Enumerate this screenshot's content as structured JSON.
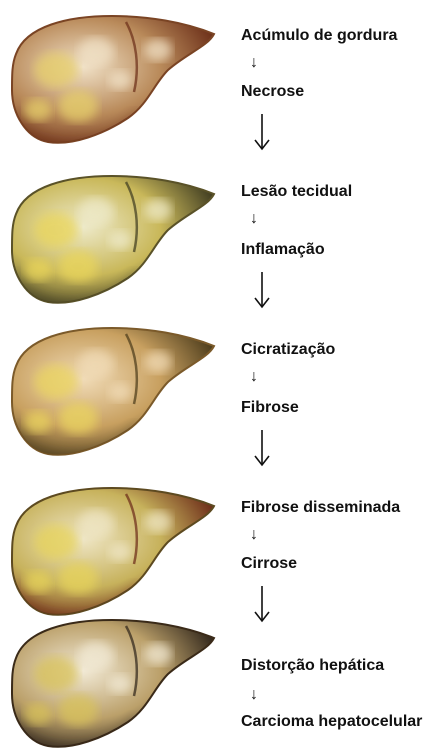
{
  "stages": [
    {
      "first": "Acúmulo de gordura",
      "second": "Necrose",
      "colors": {
        "base": "#b98a5a",
        "light": "#f1e2c8",
        "spot": "#e6cf6a",
        "dark": "#6b2e18",
        "edge": "#7a4424"
      }
    },
    {
      "first": "Lesão tecidual",
      "second": "Inflamação",
      "colors": {
        "base": "#c9b85a",
        "light": "#eeeaca",
        "spot": "#e9d55a",
        "dark": "#3d3a20",
        "edge": "#5a5228"
      }
    },
    {
      "first": "Cicratização",
      "second": "Fibrose",
      "colors": {
        "base": "#c8a060",
        "light": "#f1dcb8",
        "spot": "#ead45e",
        "dark": "#4a3a1a",
        "edge": "#7b5a2a"
      }
    },
    {
      "first": "Fibrose disseminada",
      "second": "Cirrose",
      "colors": {
        "base": "#c7b25c",
        "light": "#efe6c6",
        "spot": "#e6d35a",
        "dark": "#6b2a18",
        "edge": "#5d4a20"
      }
    },
    {
      "first": "Distorção hepática",
      "second": "Carcioma hepatocelular",
      "colors": {
        "base": "#bba06a",
        "light": "#f2ead6",
        "spot": "#d8c25a",
        "dark": "#2e241a",
        "edge": "#3a2a18"
      }
    }
  ],
  "arrow_glyph": "↓"
}
